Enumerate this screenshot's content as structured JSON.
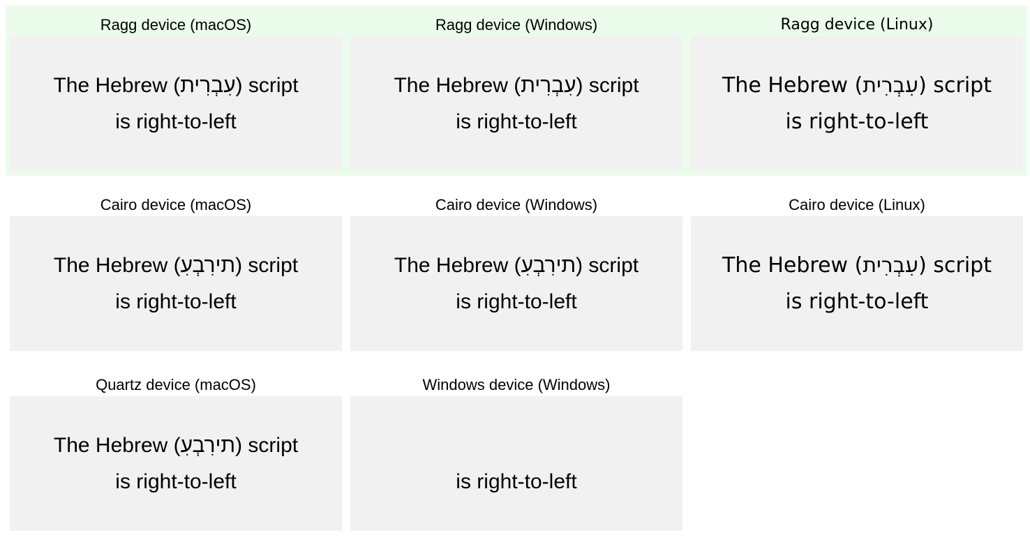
{
  "figure": {
    "background_color": "#ffffff",
    "highlight_band_color": "#ecfcec",
    "box_color": "#f1f1f1",
    "text_color": "#000000"
  },
  "sample_text": {
    "line1_correct": "The Hebrew (עִבְרִית) script",
    "line1_reversed": "The Hebrew (‭עִבְרִית‬) script",
    "line2": "is right-to-left"
  },
  "panels": [
    {
      "id": "ragg-macos",
      "title": "Ragg device (macOS)",
      "line1": "The Hebrew (עִבְרִית) script",
      "line2": "is right-to-left",
      "hebrew_rendering": "correct"
    },
    {
      "id": "ragg-windows",
      "title": "Ragg device (Windows)",
      "line1": "The Hebrew (עִבְרִית) script",
      "line2": "is right-to-left",
      "hebrew_rendering": "correct"
    },
    {
      "id": "ragg-linux",
      "title": "Ragg device (Linux)",
      "line1": "The Hebrew (עִבְרִית) script",
      "line2": "is right-to-left",
      "hebrew_rendering": "correct"
    },
    {
      "id": "cairo-macos",
      "title": "Cairo device (macOS)",
      "line1": "The Hebrew (‭עִבְרִית‬) script",
      "line2": "is right-to-left",
      "hebrew_rendering": "reversed"
    },
    {
      "id": "cairo-windows",
      "title": "Cairo device (Windows)",
      "line1": "The Hebrew (‭עִבְרִית‬) script",
      "line2": "is right-to-left",
      "hebrew_rendering": "reversed"
    },
    {
      "id": "cairo-linux",
      "title": "Cairo device (Linux)",
      "line1": "The Hebrew (עִבְרִית) script",
      "line2": "is right-to-left",
      "hebrew_rendering": "correct"
    },
    {
      "id": "quartz-macos",
      "title": "Quartz device (macOS)",
      "line1": "The Hebrew (‭עִבְרִית‬) script",
      "line2": "is right-to-left",
      "hebrew_rendering": "reversed"
    },
    {
      "id": "windows-windows",
      "title": "Windows device (Windows)",
      "line1": "",
      "line2": "is right-to-left",
      "hebrew_rendering": "first-line-missing"
    }
  ]
}
